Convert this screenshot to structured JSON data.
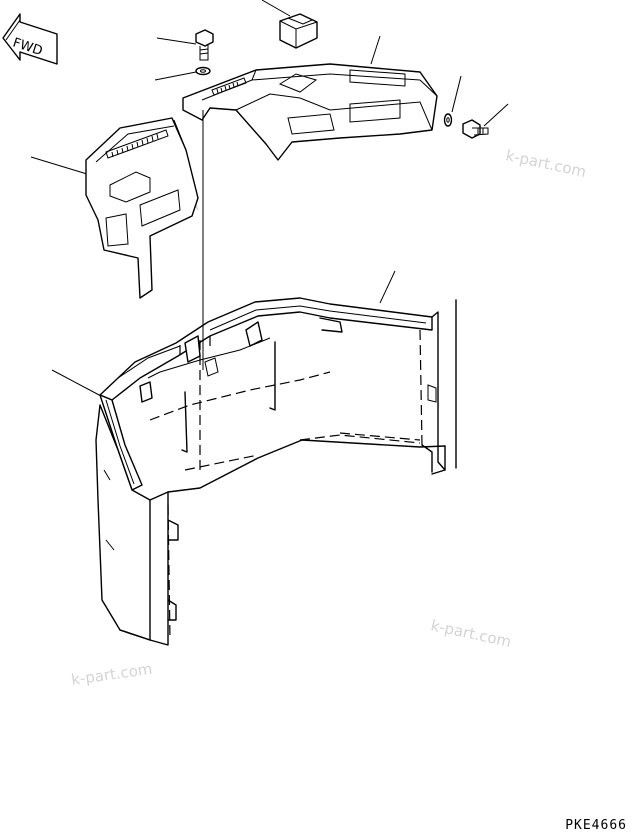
{
  "direction_marker": {
    "label": "FWD",
    "icon": "forward-arrow-icon"
  },
  "watermarks": [
    "k-part.com",
    "k-part.com",
    "k-part.com",
    "k-part.com"
  ],
  "drawing_code": "PKE4666"
}
